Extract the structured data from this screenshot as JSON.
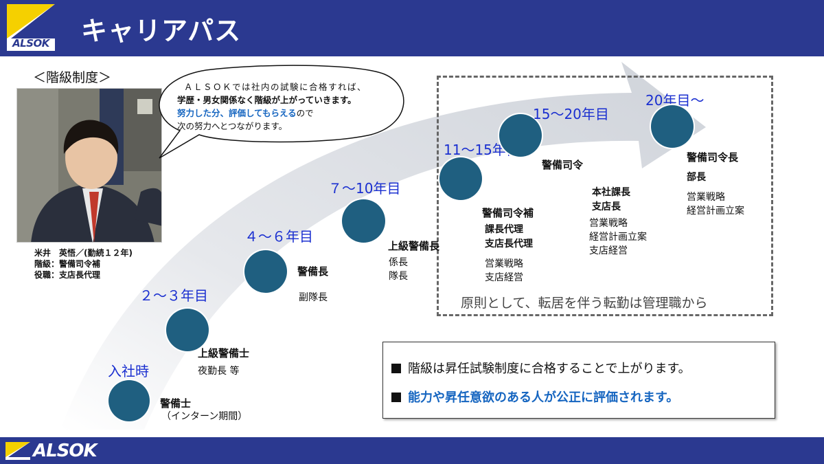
{
  "header": {
    "title": "キャリアパス",
    "logo_text": "ALSOK"
  },
  "footer": {
    "logo_text": "ALSOK"
  },
  "section_label": "＜階級制度＞",
  "profile": {
    "name_line": "米井　英悟／(勤続１２年)",
    "rank_line": "階級：警備司令補",
    "role_line": "役職：支店長代理"
  },
  "bubble": {
    "line1": "ＡＬＳＯＫでは社内の試験に合格すれば、",
    "line2": "学歴・男女関係なく階級が上がっていきます。",
    "line3_blue": "努力した分、評価してもらえる",
    "line3_rest": "ので",
    "line4": "次の努力へとつながります。"
  },
  "stages": [
    {
      "year": "入社時",
      "rank": "警備士",
      "sub": [
        "（インターン期間）"
      ]
    },
    {
      "year": "２～３年目",
      "rank": "上級警備士",
      "sub": [
        "夜勤長 等"
      ]
    },
    {
      "year": "４～６年目",
      "rank": "警備長",
      "sub": [
        "副隊長"
      ]
    },
    {
      "year": "７～10年目",
      "rank": "上級警備長",
      "sub": [
        "係長",
        "隊長"
      ]
    },
    {
      "year": "11～15年目",
      "rank": "警備司令補",
      "sub_bold": [
        "課長代理",
        "支店長代理"
      ],
      "sub": [
        "営業戦略",
        "支店経営"
      ]
    },
    {
      "year": "15～20年目",
      "rank": "警備司令",
      "sub_bold": [
        "本社課長",
        "支店長"
      ],
      "sub": [
        "営業戦略",
        "経営計画立案",
        "支店経営"
      ]
    },
    {
      "year": "20年目～",
      "rank": "警備司令長",
      "sub_bold": [
        "部長"
      ],
      "sub": [
        "営業戦略",
        "経営計画立案"
      ]
    }
  ],
  "dashed_note": "原則として、転居を伴う転勤は管理職から",
  "info": {
    "line1": "階級は昇任試験制度に合格することで上がります。",
    "line2": "能力や昇任意欲のある人が公正に評価されます。"
  },
  "colors": {
    "brand": "#2b3990",
    "circle": "#1f5f80",
    "year_text": "#1a2fd0",
    "highlight": "#1565c0",
    "logo_yellow": "#f5d000"
  }
}
